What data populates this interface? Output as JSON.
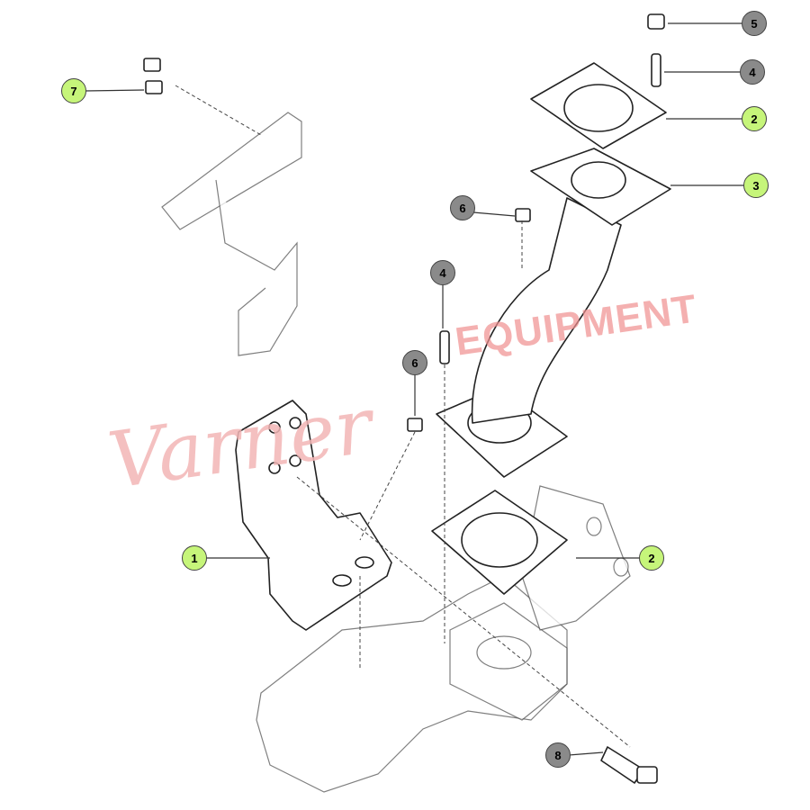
{
  "watermark": {
    "script": "Varner",
    "block": "EQUIPMENT",
    "color": "#f3b6b6"
  },
  "colors": {
    "new_part": "#c6f57a",
    "hardware": "#8a8a8a"
  },
  "callouts": [
    {
      "id": "callout-1",
      "label": "1",
      "kind": "new_part"
    },
    {
      "id": "callout-2-top",
      "label": "2",
      "kind": "new_part"
    },
    {
      "id": "callout-2-bottom",
      "label": "2",
      "kind": "new_part"
    },
    {
      "id": "callout-3",
      "label": "3",
      "kind": "new_part"
    },
    {
      "id": "callout-4-top",
      "label": "4",
      "kind": "hardware"
    },
    {
      "id": "callout-4-mid",
      "label": "4",
      "kind": "hardware"
    },
    {
      "id": "callout-5",
      "label": "5",
      "kind": "hardware"
    },
    {
      "id": "callout-6-top",
      "label": "6",
      "kind": "hardware"
    },
    {
      "id": "callout-6-mid",
      "label": "6",
      "kind": "hardware"
    },
    {
      "id": "callout-7",
      "label": "7",
      "kind": "new_part"
    },
    {
      "id": "callout-8",
      "label": "8",
      "kind": "hardware"
    }
  ]
}
